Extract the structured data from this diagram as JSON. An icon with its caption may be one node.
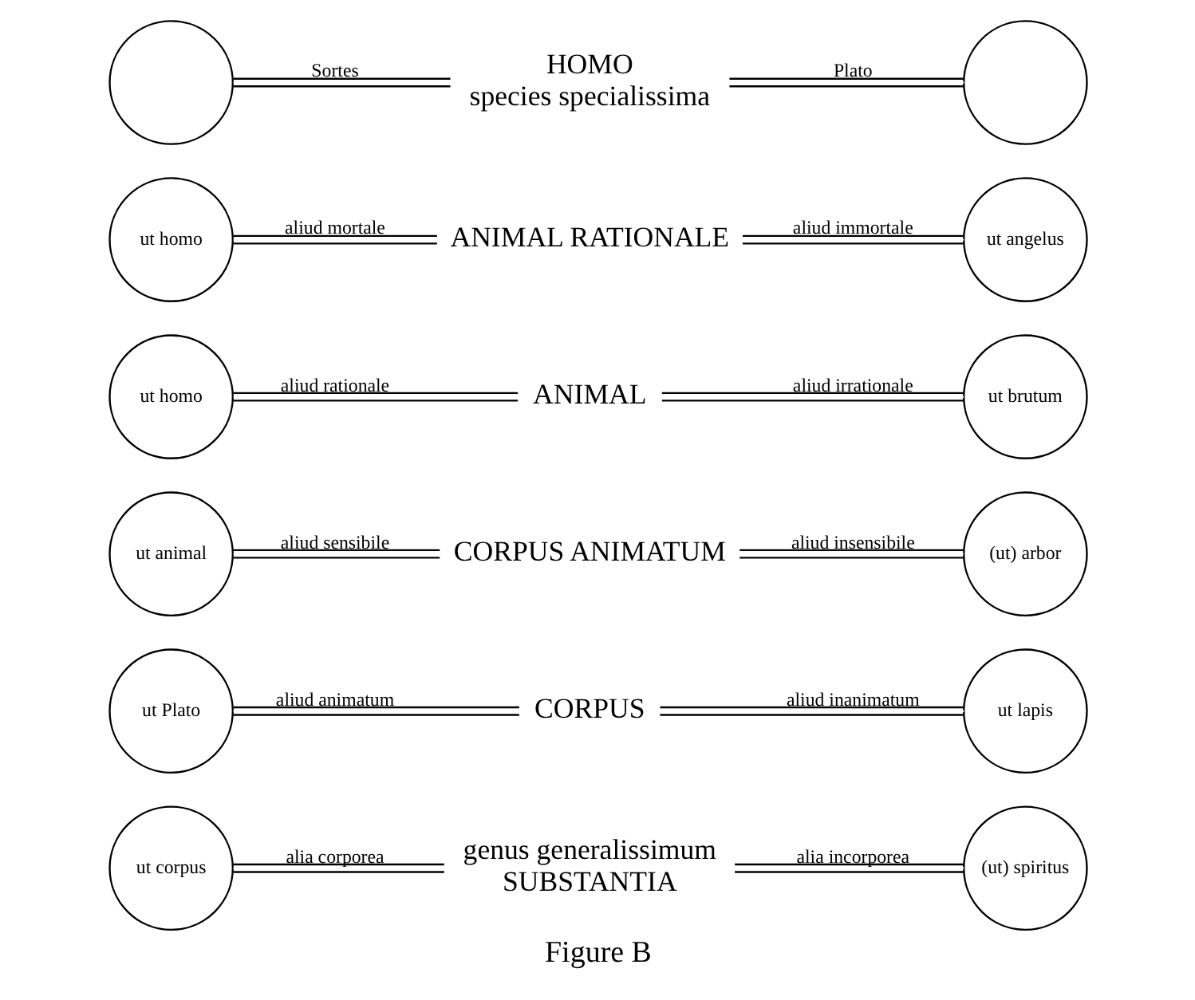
{
  "diagram": {
    "caption": "Figure B",
    "nodes": [
      {
        "text": [
          "ut corpus"
        ]
      },
      {
        "text": [
          "genus generalissimum",
          "SUBSTANTIA"
        ]
      },
      {
        "text": [
          "(ut) spiritus"
        ]
      },
      {
        "text": [
          "ut Plato"
        ]
      },
      {
        "text": [
          "CORPUS"
        ]
      },
      {
        "text": [
          "ut lapis"
        ]
      },
      {
        "text": [
          "ut animal"
        ]
      },
      {
        "text": [
          "CORPUS ANIMATUM"
        ]
      },
      {
        "text": [
          "(ut) arbor"
        ]
      },
      {
        "text": [
          "ut homo"
        ]
      },
      {
        "text": [
          "ANIMAL"
        ]
      },
      {
        "text": [
          "ut brutum"
        ]
      },
      {
        "text": [
          "ut homo"
        ]
      },
      {
        "text": [
          "ANIMAL RATIONALE"
        ]
      },
      {
        "text": [
          "ut angelus"
        ]
      },
      {
        "text": [],
        "shape": "circle"
      },
      {
        "text": [
          "HOMO",
          "species specialissima"
        ]
      },
      {
        "text": [],
        "shape": "circle"
      }
    ],
    "edges": [
      {
        "from": 0,
        "to": 1,
        "arrow": "none",
        "label": "alia corporea"
      },
      {
        "from": 1,
        "to": 2,
        "arrow": "none",
        "label": "alia incorporea"
      },
      {
        "from": 3,
        "to": 4,
        "arrow": "none",
        "label": "aliud animatum"
      },
      {
        "from": 4,
        "to": 5,
        "arrow": "none",
        "label": "aliud inanimatum"
      },
      {
        "from": 6,
        "to": 7,
        "arrow": "none",
        "label": "aliud sensibile"
      },
      {
        "from": 7,
        "to": 8,
        "arrow": "none",
        "label": "aliud insensibile"
      },
      {
        "from": 9,
        "to": 10,
        "arrow": "none",
        "label": "aliud rationale"
      },
      {
        "from": 10,
        "to": 11,
        "arrow": "none",
        "label": "aliud irrationale"
      },
      {
        "from": 12,
        "to": 13,
        "arrow": "none",
        "label": "aliud mortale"
      },
      {
        "from": 13,
        "to": 14,
        "arrow": "none",
        "label": "aliud immortale"
      },
      {
        "from": 15,
        "to": 16,
        "arrow": "none",
        "label": "Sortes"
      },
      {
        "from": 16,
        "to": 17,
        "arrow": "none",
        "label": "Plato"
      }
    ]
  }
}
